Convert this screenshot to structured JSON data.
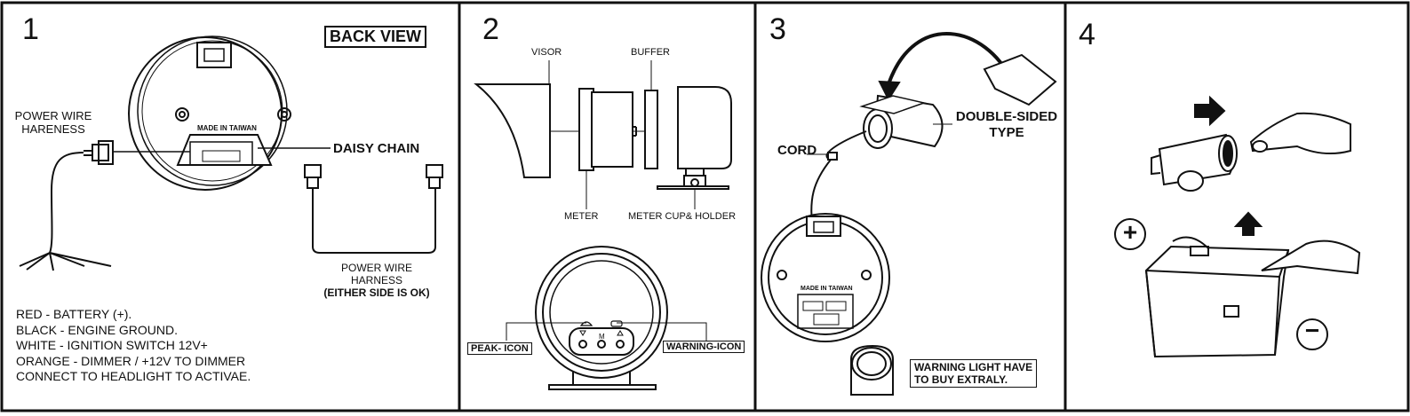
{
  "panels": [
    {
      "number": "1"
    },
    {
      "number": "2"
    },
    {
      "number": "3"
    },
    {
      "number": "4"
    }
  ],
  "panel1": {
    "back_view": "BACK VIEW",
    "made_in": "MADE IN TAIWAN",
    "power_wire_left": [
      "POWER WIRE",
      "HARENESS"
    ],
    "daisy_chain": "DAISY CHAIN",
    "power_wire_right": [
      "POWER WIRE",
      "HARNESS"
    ],
    "either_side": "(EITHER SIDE IS OK)",
    "legend": [
      "RED - BATTERY (+).",
      "BLACK - ENGINE GROUND.",
      "WHITE - IGNITION SWITCH 12V+",
      "ORANGE - DIMMER / +12V TO DIMMER",
      "CONNECT TO HEADLIGHT TO ACTIVAE."
    ]
  },
  "panel2": {
    "visor": "VISOR",
    "buffer": "BUFFER",
    "meter": "METER",
    "meter_cup": "METER CUP& HOLDER",
    "peak_icon": "PEAK- ICON",
    "warning_icon": "WARNING-ICON",
    "button_m": "M"
  },
  "panel3": {
    "double_sided": [
      "DOUBLE-SIDED",
      "TYPE"
    ],
    "cord": "CORD",
    "made_in": "MADE IN TAIWAN",
    "warning_note": [
      "WARNING LIGHT HAVE",
      "TO BUY EXTRALY."
    ]
  },
  "panel4": {
    "plus": "+",
    "minus": "−"
  },
  "icons": {
    "plus": "plus-icon",
    "minus": "minus-icon",
    "arrow": "arrow-icon"
  }
}
